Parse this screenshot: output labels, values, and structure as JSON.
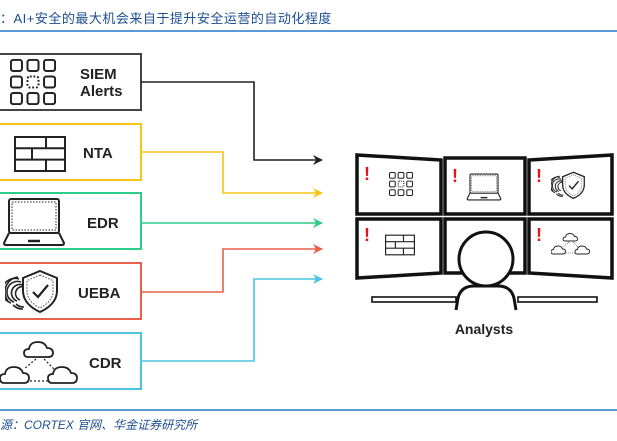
{
  "header": {
    "title": "：AI+安全的最大机会来自于提升安全运营的自动化程度"
  },
  "footer": {
    "source": "源：CORTEX 官网、华金证券研究所"
  },
  "colors": {
    "siem": "#333333",
    "nta": "#f5c518",
    "edr": "#2ecc8a",
    "ueba": "#e8604c",
    "cdr": "#4cc3e0",
    "alert": "#e8141a",
    "rule": "#5b9bd5",
    "text_blue": "#1d4f91"
  },
  "sources": [
    {
      "id": "siem",
      "label_line1": "SIEM",
      "label_line2": "Alerts",
      "icon": "grid-icon"
    },
    {
      "id": "nta",
      "label_line1": "NTA",
      "label_line2": "",
      "icon": "firewall-icon"
    },
    {
      "id": "edr",
      "label_line1": "EDR",
      "label_line2": "",
      "icon": "laptop-icon"
    },
    {
      "id": "ueba",
      "label_line1": "UEBA",
      "label_line2": "",
      "icon": "fingerprint-shield-icon"
    },
    {
      "id": "cdr",
      "label_line1": "CDR",
      "label_line2": "",
      "icon": "cloud-network-icon"
    }
  ],
  "analyst": {
    "label": "Analysts",
    "screens": [
      {
        "position": "top-left",
        "icon": "grid-icon",
        "alert": "!"
      },
      {
        "position": "top-center",
        "icon": "laptop-icon",
        "alert": "!"
      },
      {
        "position": "top-right",
        "icon": "fingerprint-shield-icon",
        "alert": "!"
      },
      {
        "position": "bottom-left",
        "icon": "firewall-icon",
        "alert": "!"
      },
      {
        "position": "bottom-center",
        "icon": "analyst-head",
        "alert": ""
      },
      {
        "position": "bottom-right",
        "icon": "cloud-network-icon",
        "alert": "!"
      }
    ]
  }
}
